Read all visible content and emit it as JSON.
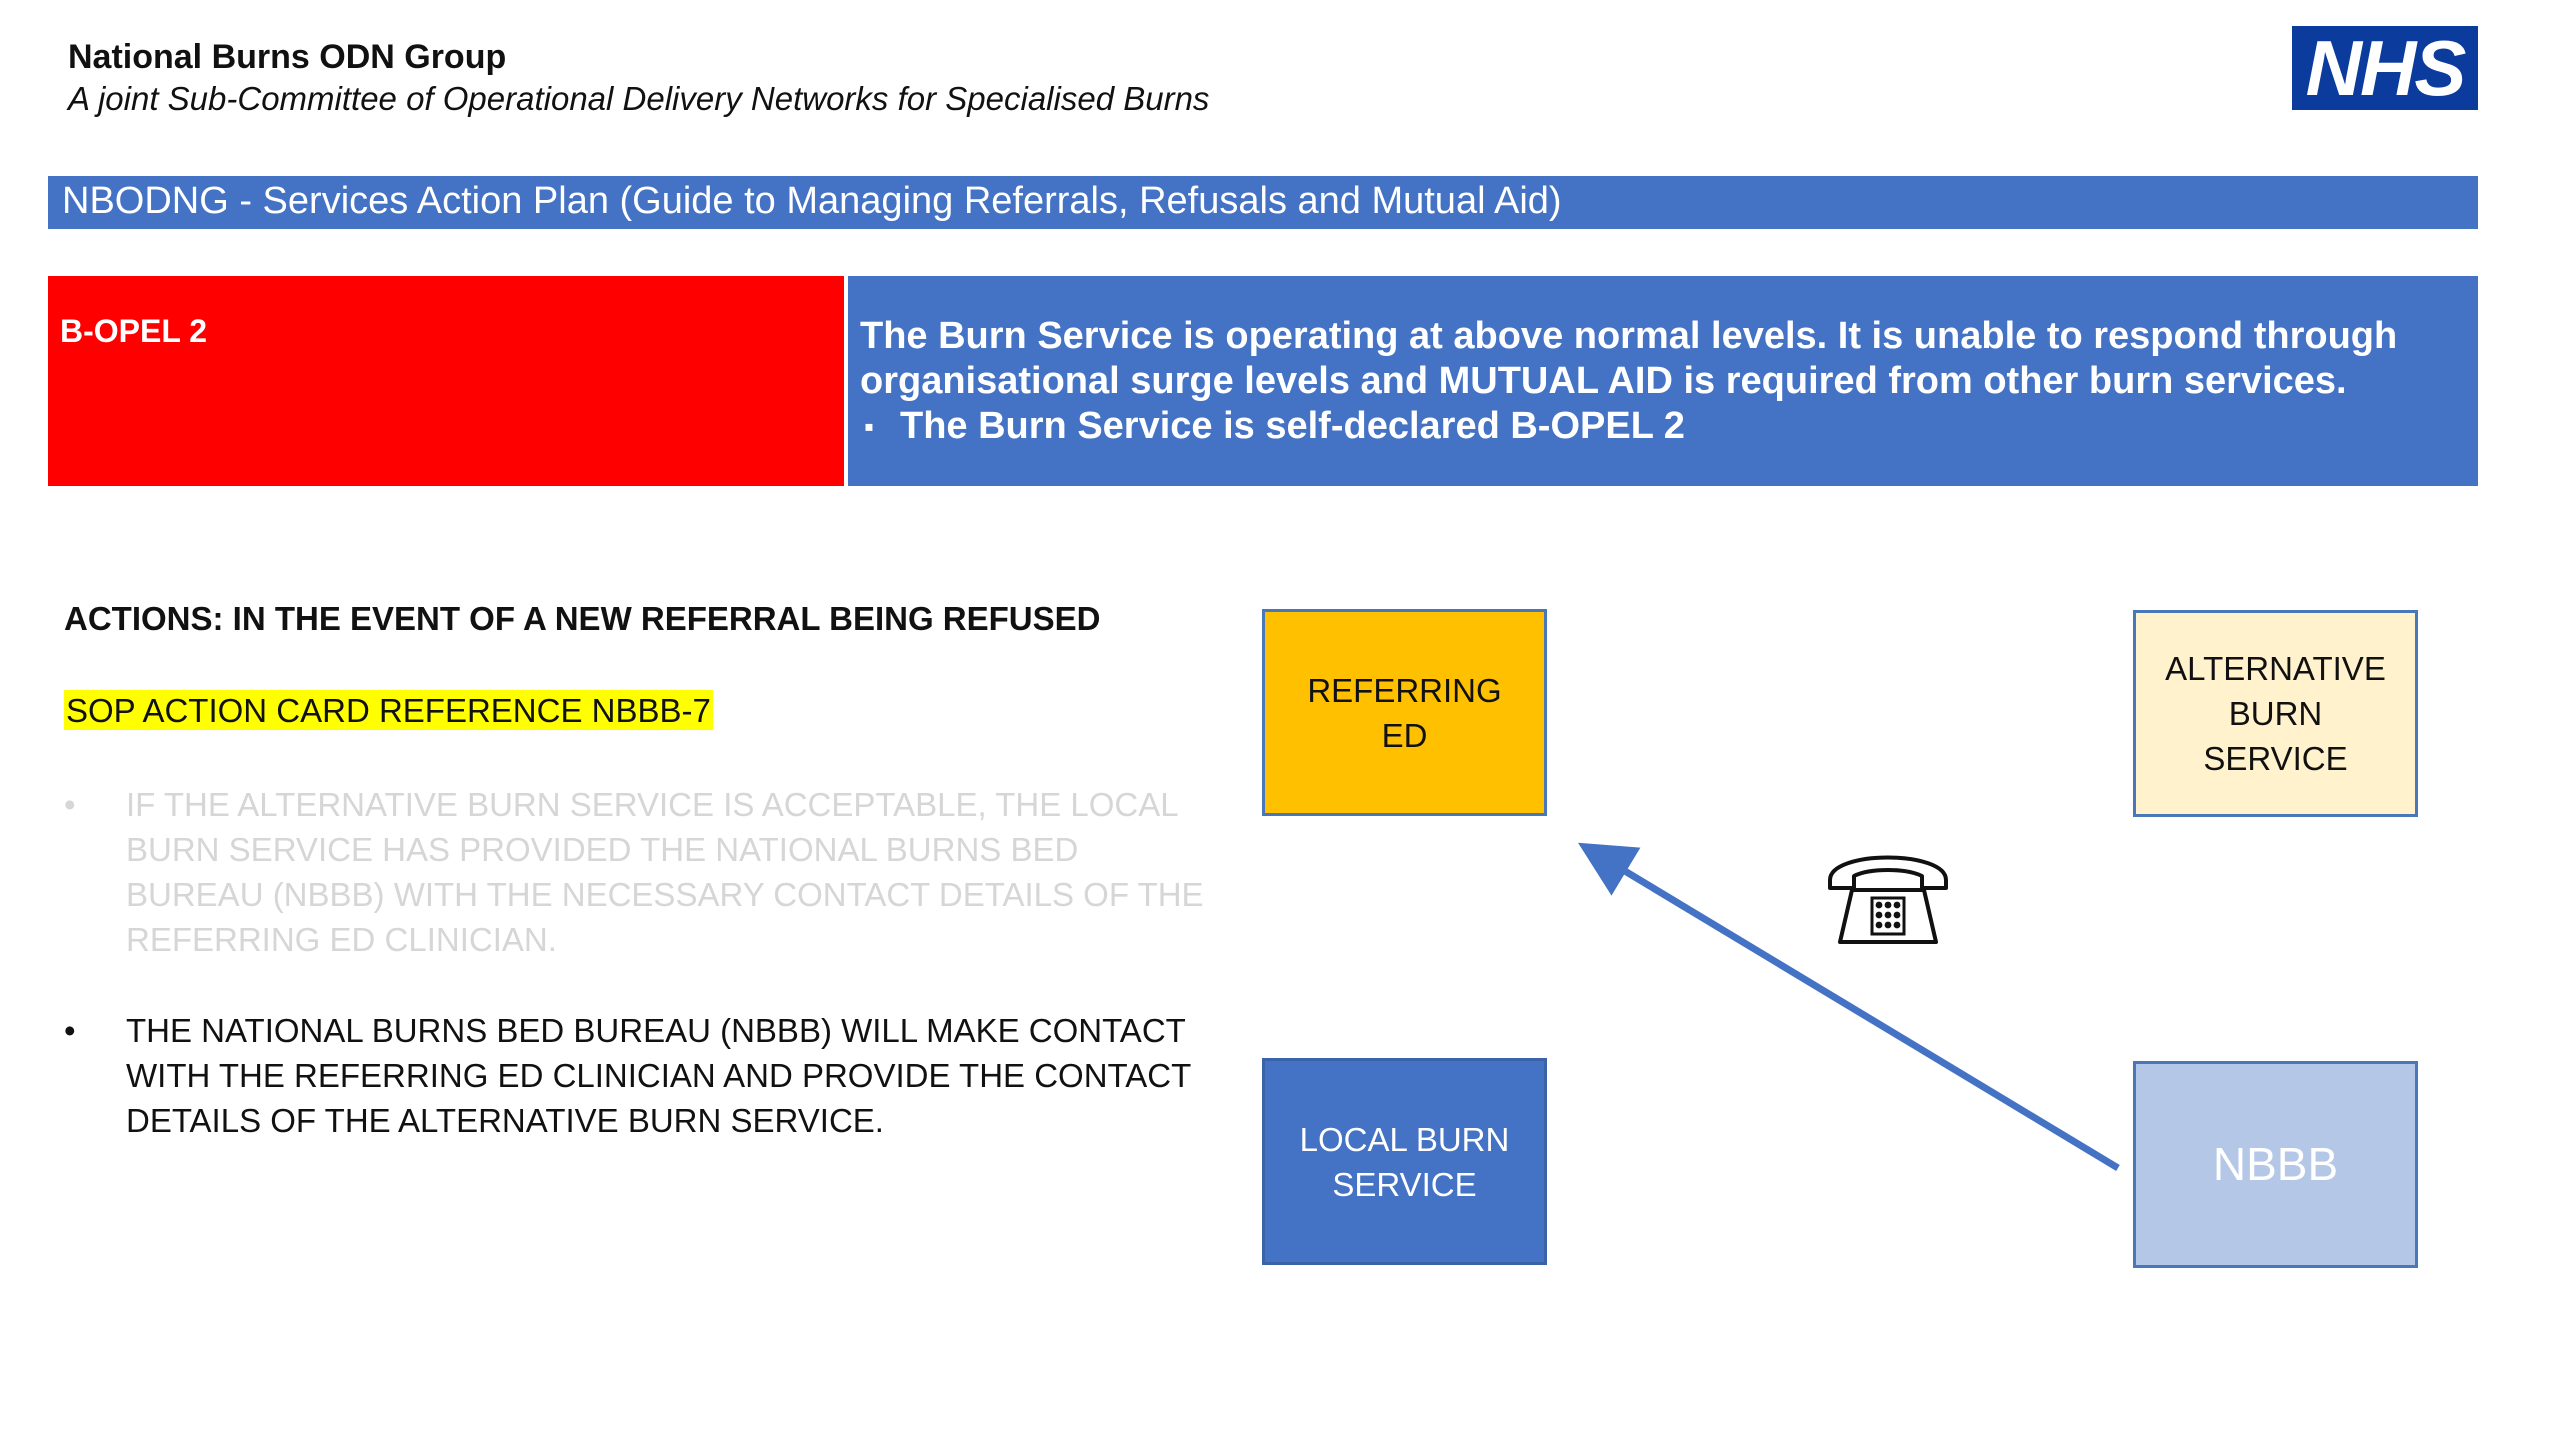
{
  "header": {
    "org_name": "National Burns ODN Group",
    "org_subtitle": "A joint Sub-Committee of Operational Delivery Networks for Specialised Burns",
    "logo_text": "NHS"
  },
  "title_bar": {
    "text": "NBODNG - Services Action Plan (Guide to Managing Referrals, Refusals and Mutual Aid)"
  },
  "status": {
    "level": "B-OPEL 2",
    "description": "The Burn Service is operating at above normal levels. It is unable to respond through organisational surge levels and MUTUAL AID is required from other burn services.",
    "bullet_marker": "▪",
    "bullet": "The Burn Service is self-declared B-OPEL 2"
  },
  "actions": {
    "heading": "ACTIONS: IN THE EVENT OF A NEW REFERRAL BEING REFUSED",
    "sop_reference": "SOP ACTION CARD REFERENCE NBBB-7",
    "bullets": [
      {
        "marker": "•",
        "text": "IF THE ALTERNATIVE BURN SERVICE IS ACCEPTABLE, THE LOCAL BURN SERVICE HAS PROVIDED THE NATIONAL BURNS BED BUREAU (NBBB) WITH THE NECESSARY CONTACT DETAILS OF THE REFERRING ED CLINICIAN."
      },
      {
        "marker": "•",
        "text": "THE NATIONAL BURNS BED BUREAU (NBBB) WILL MAKE CONTACT WITH THE REFERRING ED CLINICIAN AND PROVIDE THE CONTACT DETAILS OF THE ALTERNATIVE BURN SERVICE."
      }
    ]
  },
  "diagram": {
    "referring_ed": [
      "REFERRING",
      "ED"
    ],
    "alternative_burn_service": [
      "ALTERNATIVE",
      "BURN",
      "SERVICE"
    ],
    "local_burn_service": [
      "LOCAL BURN",
      "SERVICE"
    ],
    "nbbb": "NBBB",
    "arrow_color": "#4472c4",
    "icon": "telephone-icon"
  },
  "colors": {
    "accent_blue": "#4472c4",
    "nhs_blue": "#0b3b9c",
    "opel_red": "#ff0000",
    "highlight_yellow": "#ffff00",
    "referring_fill": "#ffc000",
    "alternative_fill": "#fff2cc",
    "nbbb_fill": "#b4c7e7"
  }
}
